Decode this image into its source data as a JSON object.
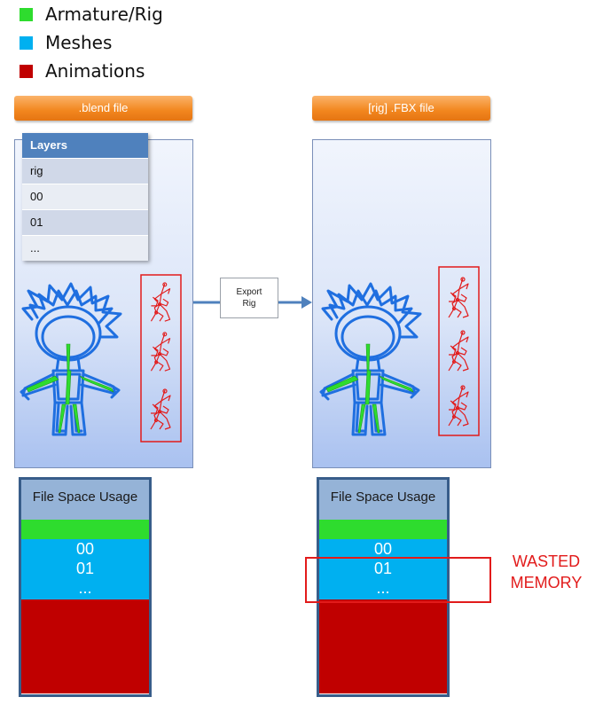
{
  "legend": [
    {
      "label": "Armature/Rig",
      "color": "#2edc2e"
    },
    {
      "label": "Meshes",
      "color": "#00b0f0"
    },
    {
      "label": "Animations",
      "color": "#c00000"
    }
  ],
  "left_file": {
    "tab_label": ".blend file",
    "layers": {
      "header": "Layers",
      "rows": [
        "rig",
        "00",
        "01",
        "..."
      ]
    }
  },
  "right_file": {
    "tab_label": "[rig] .FBX file"
  },
  "export": {
    "line1": "Export",
    "line2": "Rig"
  },
  "usage_left": {
    "title": "File Space Usage",
    "blue_lines": [
      "00",
      "01",
      "..."
    ]
  },
  "usage_right": {
    "title": "File Space Usage",
    "blue_lines": [
      "00",
      "01",
      "..."
    ]
  },
  "wasted": {
    "line1": "WASTED",
    "line2": "MEMORY"
  },
  "colors": {
    "rig": "#2edc2e",
    "mesh": "#00b0f0",
    "animation": "#c00000",
    "outline": "#1f6fe0",
    "highlight": "#e21b1b"
  }
}
